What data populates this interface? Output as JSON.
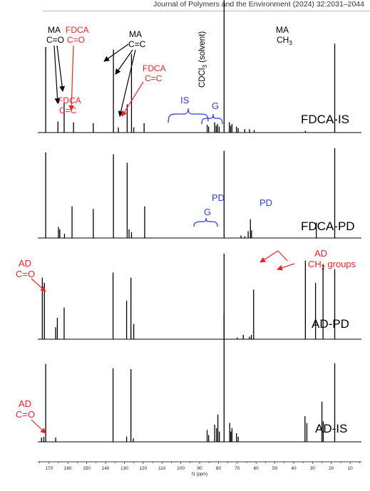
{
  "page_header": "Journal of Polymers and the Environment (2024) 32:2031–2044",
  "colors": {
    "annotation_red": "#e8262a",
    "annotation_blue": "#2f3fd8",
    "trace": "#000000"
  },
  "chart_data": {
    "type": "line",
    "subtype": "stacked 13C NMR spectra",
    "xlabel": "f1 (ppm)",
    "xlim": [
      176,
      4
    ],
    "x_reversed": true,
    "x_ticks": [
      170,
      160,
      150,
      140,
      130,
      120,
      110,
      100,
      90,
      80,
      70,
      60,
      50,
      40,
      30,
      20,
      10
    ],
    "series": [
      {
        "name": "FDCA-IS",
        "peaks": [
          {
            "ppm": 171.8,
            "h": 1.0
          },
          {
            "ppm": 165.3,
            "h": 0.13
          },
          {
            "ppm": 162.0,
            "h": 0.35
          },
          {
            "ppm": 157.0,
            "h": 0.12
          },
          {
            "ppm": 146.5,
            "h": 0.11
          },
          {
            "ppm": 135.8,
            "h": 0.97
          },
          {
            "ppm": 133.2,
            "h": 0.06
          },
          {
            "ppm": 128.5,
            "h": 0.33
          },
          {
            "ppm": 126.2,
            "h": 0.92
          },
          {
            "ppm": 125.0,
            "h": 0.06
          },
          {
            "ppm": 119.5,
            "h": 0.11
          },
          {
            "ppm": 86.0,
            "h": 0.09
          },
          {
            "ppm": 85.2,
            "h": 0.07
          },
          {
            "ppm": 82.0,
            "h": 0.12
          },
          {
            "ppm": 81.2,
            "h": 0.08
          },
          {
            "ppm": 80.5,
            "h": 0.1
          },
          {
            "ppm": 79.6,
            "h": 0.07
          },
          {
            "ppm": 77.0,
            "h": 1.55
          },
          {
            "ppm": 74.2,
            "h": 0.12
          },
          {
            "ppm": 73.5,
            "h": 0.08
          },
          {
            "ppm": 72.8,
            "h": 0.1
          },
          {
            "ppm": 70.4,
            "h": 0.07
          },
          {
            "ppm": 69.5,
            "h": 0.05
          },
          {
            "ppm": 66.0,
            "h": 0.04
          },
          {
            "ppm": 63.5,
            "h": 0.04
          },
          {
            "ppm": 61.0,
            "h": 0.03
          },
          {
            "ppm": 33.8,
            "h": 0.02
          },
          {
            "ppm": 18.2,
            "h": 1.04
          }
        ]
      },
      {
        "name": "FDCA-PD",
        "peaks": [
          {
            "ppm": 171.8,
            "h": 1.0
          },
          {
            "ppm": 165.0,
            "h": 0.13
          },
          {
            "ppm": 164.3,
            "h": 0.1
          },
          {
            "ppm": 161.8,
            "h": 0.05
          },
          {
            "ppm": 157.8,
            "h": 0.37
          },
          {
            "ppm": 146.5,
            "h": 0.34
          },
          {
            "ppm": 135.8,
            "h": 0.98
          },
          {
            "ppm": 128.5,
            "h": 0.88
          },
          {
            "ppm": 127.5,
            "h": 0.1
          },
          {
            "ppm": 126.2,
            "h": 0.07
          },
          {
            "ppm": 119.2,
            "h": 0.37
          },
          {
            "ppm": 77.0,
            "h": 1.02
          },
          {
            "ppm": 68.0,
            "h": 0.03
          },
          {
            "ppm": 66.0,
            "h": 0.02
          },
          {
            "ppm": 64.2,
            "h": 0.08
          },
          {
            "ppm": 63.0,
            "h": 0.22
          },
          {
            "ppm": 62.4,
            "h": 0.09
          },
          {
            "ppm": 28.0,
            "h": 0.18
          },
          {
            "ppm": 18.2,
            "h": 1.05
          }
        ]
      },
      {
        "name": "AD-PD",
        "peaks": [
          {
            "ppm": 173.6,
            "h": 0.72
          },
          {
            "ppm": 172.5,
            "h": 0.66
          },
          {
            "ppm": 166.5,
            "h": 0.14
          },
          {
            "ppm": 165.6,
            "h": 0.25
          },
          {
            "ppm": 162.0,
            "h": 0.37
          },
          {
            "ppm": 136.0,
            "h": 0.78
          },
          {
            "ppm": 128.8,
            "h": 0.45
          },
          {
            "ppm": 126.5,
            "h": 0.72
          },
          {
            "ppm": 125.0,
            "h": 0.18
          },
          {
            "ppm": 77.0,
            "h": 1.0
          },
          {
            "ppm": 70.0,
            "h": 0.02
          },
          {
            "ppm": 66.8,
            "h": 0.05
          },
          {
            "ppm": 63.5,
            "h": 0.03
          },
          {
            "ppm": 62.5,
            "h": 0.05
          },
          {
            "ppm": 61.3,
            "h": 0.58
          },
          {
            "ppm": 33.8,
            "h": 0.92
          },
          {
            "ppm": 28.4,
            "h": 0.66
          },
          {
            "ppm": 24.4,
            "h": 0.88
          },
          {
            "ppm": 18.2,
            "h": 0.82
          }
        ]
      },
      {
        "name": "AD-IS",
        "peaks": [
          {
            "ppm": 174.0,
            "h": 0.05
          },
          {
            "ppm": 172.8,
            "h": 0.06
          },
          {
            "ppm": 171.8,
            "h": 0.91
          },
          {
            "ppm": 166.5,
            "h": 0.05
          },
          {
            "ppm": 136.0,
            "h": 0.86
          },
          {
            "ppm": 128.8,
            "h": 0.06
          },
          {
            "ppm": 126.5,
            "h": 0.85
          },
          {
            "ppm": 125.2,
            "h": 0.04
          },
          {
            "ppm": 86.0,
            "h": 0.14
          },
          {
            "ppm": 85.2,
            "h": 0.08
          },
          {
            "ppm": 82.0,
            "h": 0.2
          },
          {
            "ppm": 81.0,
            "h": 0.16
          },
          {
            "ppm": 80.3,
            "h": 0.32
          },
          {
            "ppm": 79.5,
            "h": 0.12
          },
          {
            "ppm": 77.0,
            "h": 1.5
          },
          {
            "ppm": 74.0,
            "h": 0.22
          },
          {
            "ppm": 73.4,
            "h": 0.12
          },
          {
            "ppm": 72.8,
            "h": 0.16
          },
          {
            "ppm": 70.4,
            "h": 0.1
          },
          {
            "ppm": 69.5,
            "h": 0.06
          },
          {
            "ppm": 34.0,
            "h": 0.3
          },
          {
            "ppm": 33.0,
            "h": 0.22
          },
          {
            "ppm": 25.0,
            "h": 0.47
          },
          {
            "ppm": 24.3,
            "h": 0.24
          },
          {
            "ppm": 18.2,
            "h": 0.92
          }
        ]
      }
    ],
    "annotations": [
      {
        "label": [
          "MA",
          "C=O"
        ],
        "color": "black"
      },
      {
        "label": [
          "FDCA",
          "C=O"
        ],
        "color": "red"
      },
      {
        "label": [
          "MA",
          "C=C"
        ],
        "color": "black"
      },
      {
        "label": [
          "FDCA",
          "C=C"
        ],
        "color": "red"
      },
      {
        "label": [
          "FDCA",
          "C=C"
        ],
        "color": "red"
      },
      {
        "label": [
          "CDCl",
          "3",
          " (solvent)"
        ],
        "color": "black"
      },
      {
        "label": [
          "MA",
          "CH",
          "3"
        ],
        "color": "black"
      },
      {
        "label": [
          "IS"
        ],
        "color": "blue"
      },
      {
        "label": [
          "G"
        ],
        "color": "blue"
      },
      {
        "label": [
          "G"
        ],
        "color": "blue"
      },
      {
        "label": [
          "PD"
        ],
        "color": "blue"
      },
      {
        "label": [
          "PD"
        ],
        "color": "blue"
      },
      {
        "label": [
          "AD",
          "C=O"
        ],
        "color": "red"
      },
      {
        "label": [
          "AD",
          "C=O"
        ],
        "color": "red"
      },
      {
        "label": [
          "AD",
          "CH",
          "2",
          " groups"
        ],
        "color": "red"
      }
    ]
  }
}
